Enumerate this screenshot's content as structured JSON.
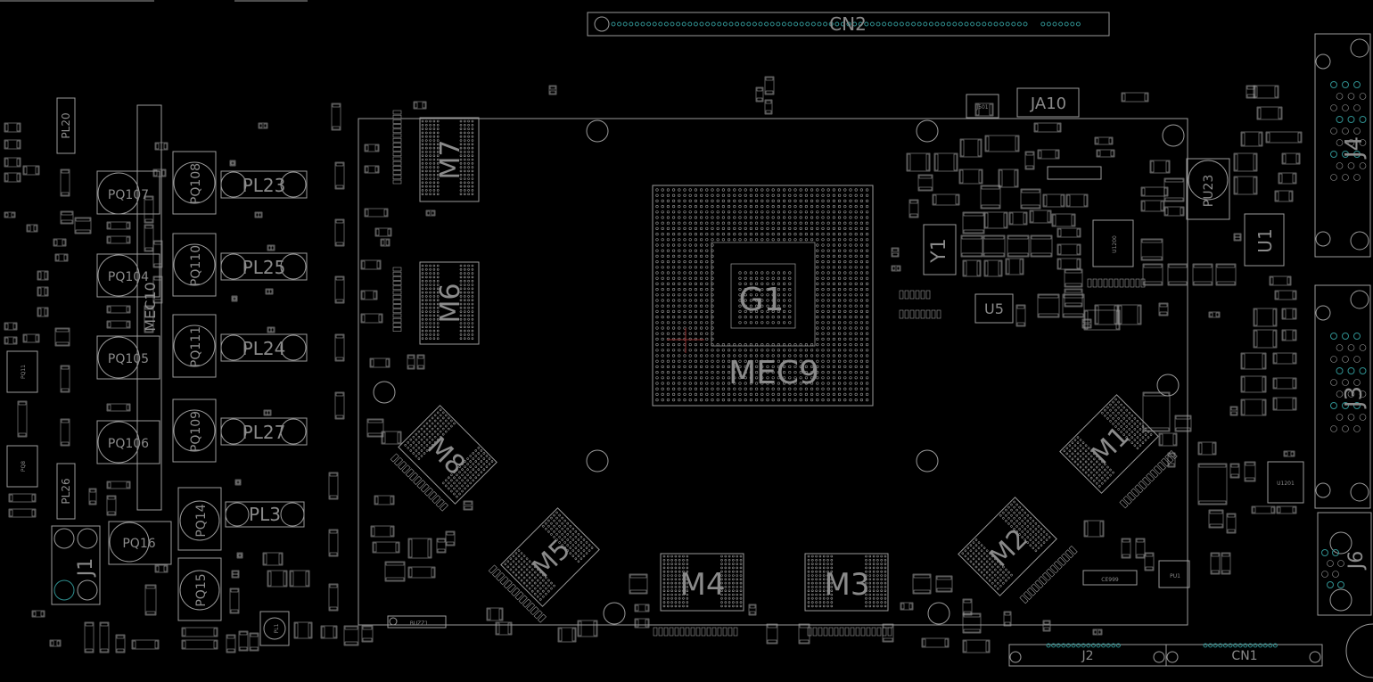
{
  "view": {
    "background": "#000000",
    "outline_color": "#9a9a9a",
    "text_color": "#8a8a8a",
    "pad_accent_color": "#2f8f8f"
  },
  "labels": {
    "g1": "G1",
    "mec9": "MEC9",
    "m1": "M1",
    "m2": "M2",
    "m3": "M3",
    "m4": "M4",
    "m5": "M5",
    "m6": "M6",
    "m7": "M7",
    "m8": "M8",
    "cn2": "CN2",
    "cn1": "CN1",
    "j2": "J2",
    "ja10": "JA10",
    "j1": "J1",
    "j3": "J3",
    "j4": "J4",
    "j6": "J6",
    "u1": "U1",
    "u5": "U5",
    "u1200": "U1200",
    "u1201": "U1201",
    "y1": "Y1",
    "pu23": "PU23",
    "pq107": "PQ107",
    "pq108": "PQ108",
    "pq104": "PQ104",
    "pq110": "PQ110",
    "pq105": "PQ105",
    "pq111": "PQ111",
    "pq106": "PQ106",
    "pq109": "PQ109",
    "pq14": "PQ14",
    "pq15": "PQ15",
    "pq16": "PQ16",
    "pq11": "PQ11",
    "pq8": "PQ8",
    "pl23": "PL23",
    "pl25": "PL25",
    "pl24": "PL24",
    "pl27": "PL27",
    "pl3": "PL3",
    "pl20": "PL20",
    "pl26": "PL26",
    "pl1": "PL1",
    "mec10": "MEC10",
    "buzz1": "BUZZ1",
    "ce999": "CE999",
    "j501": "J501",
    "pu1": "PU1"
  }
}
